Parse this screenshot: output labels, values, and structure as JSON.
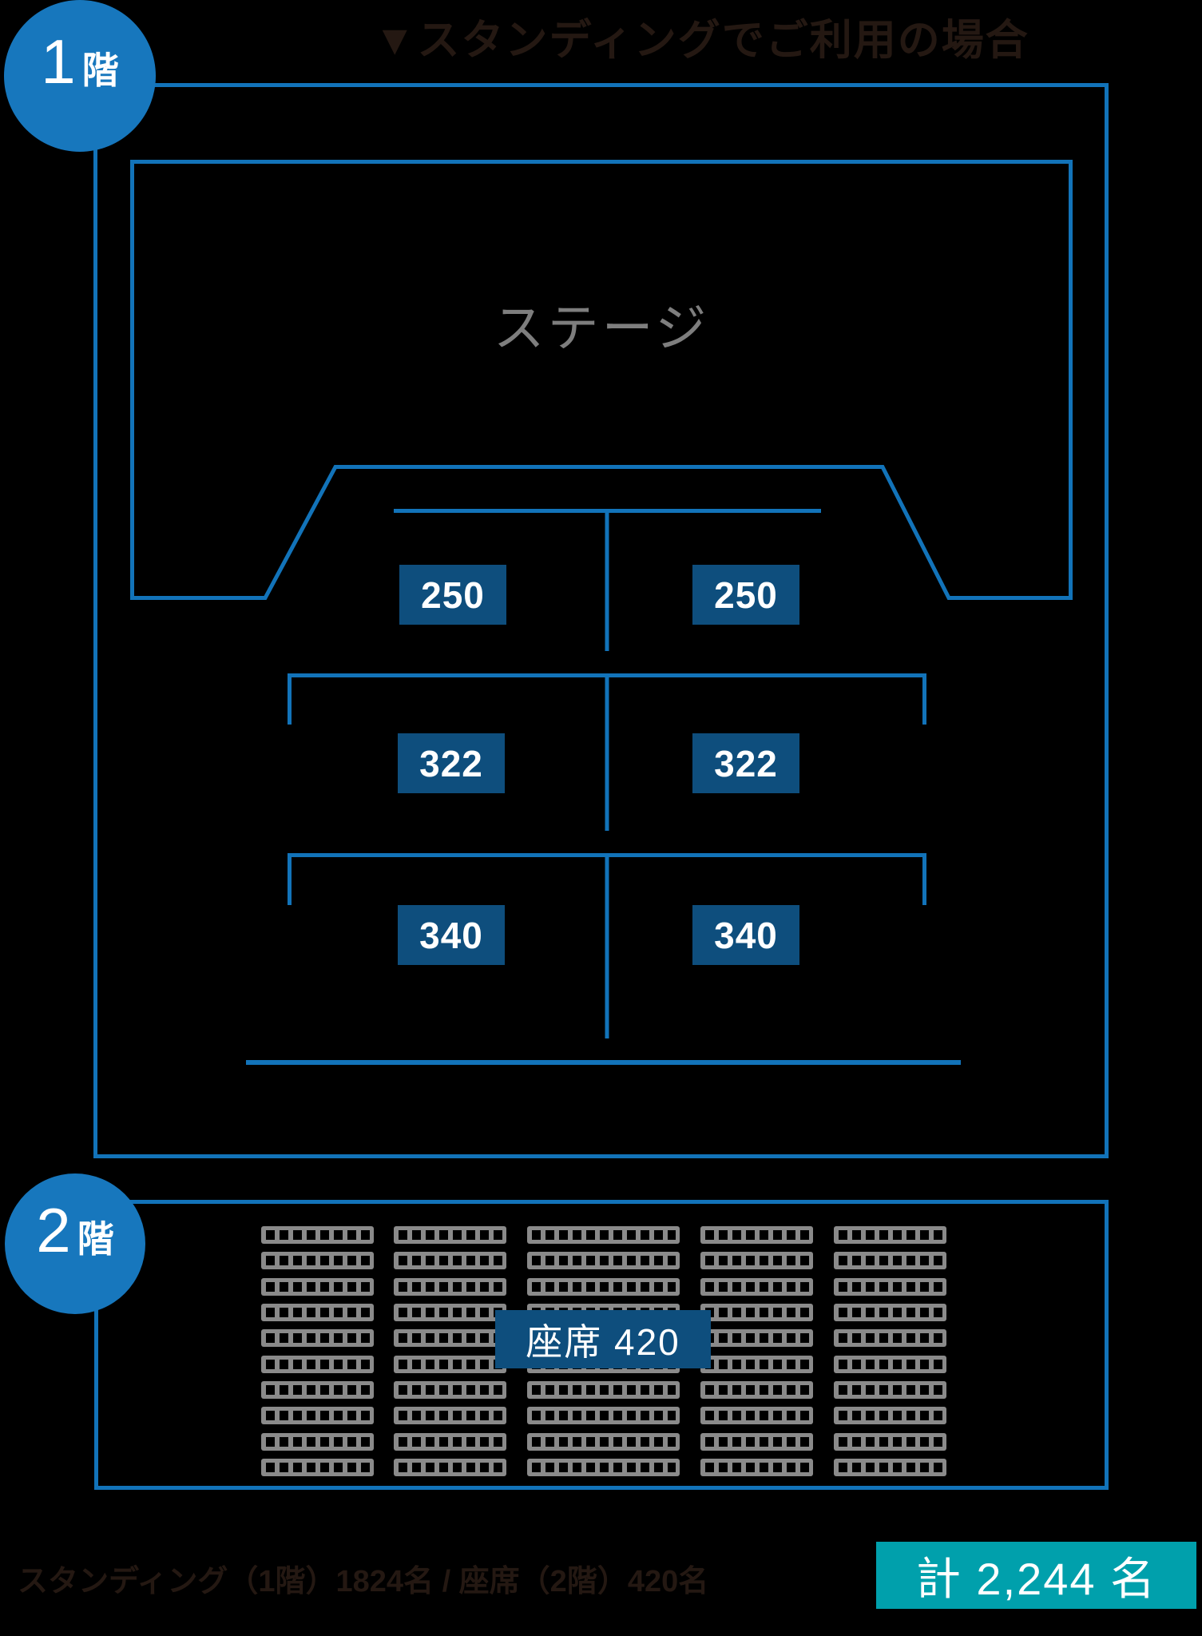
{
  "title": "▼スタンディングでご利用の場合",
  "floor1": {
    "badge": {
      "number": "1",
      "floor_suffix": "階"
    },
    "stage_label": "ステージ",
    "capacity_rows": [
      {
        "left": "250",
        "right": "250"
      },
      {
        "left": "322",
        "right": "322"
      },
      {
        "left": "340",
        "right": "340"
      }
    ]
  },
  "floor2": {
    "badge": {
      "number": "2",
      "floor_suffix": "階"
    },
    "seats_label": "座席 420",
    "seat_grid": {
      "rows": 10,
      "columns": 5,
      "seats_per_icon": [
        8,
        8,
        11,
        8,
        8
      ]
    }
  },
  "footer": {
    "caption": "スタンディング（1階）1824名 / 座席（2階）420名",
    "total_label": "計 2,244 名"
  },
  "colors": {
    "line_blue": "#1273B9",
    "badge_blue": "#1777BD",
    "count_box_navy": "#0E4E7D",
    "total_teal": "#00A0AC",
    "seat_gray": "#8A8A8A",
    "stage_text_gray": "#7E7E7E",
    "ink_text": "#241812",
    "background": "#000000"
  }
}
